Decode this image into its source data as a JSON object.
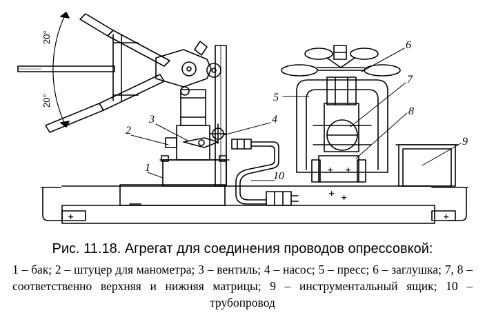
{
  "caption": {
    "title": "Рис. 11.18. Агрегат для соединения проводов опрессовкой:",
    "legend": "1 – бак; 2 – штуцер для манометра; 3 – вентиль; 4 – насос; 5 – пресс; 6 – заглушка; 7, 8 – соответственно верхняя и нижняя матрицы; 9 – инструментальный ящик; 10 – трубопровод"
  },
  "diagram": {
    "labels": [
      "1",
      "2",
      "3",
      "4",
      "5",
      "6",
      "7",
      "8",
      "9",
      "10"
    ],
    "angle_upper": "20°",
    "angle_lower": "20°",
    "plus_mark": "+"
  }
}
